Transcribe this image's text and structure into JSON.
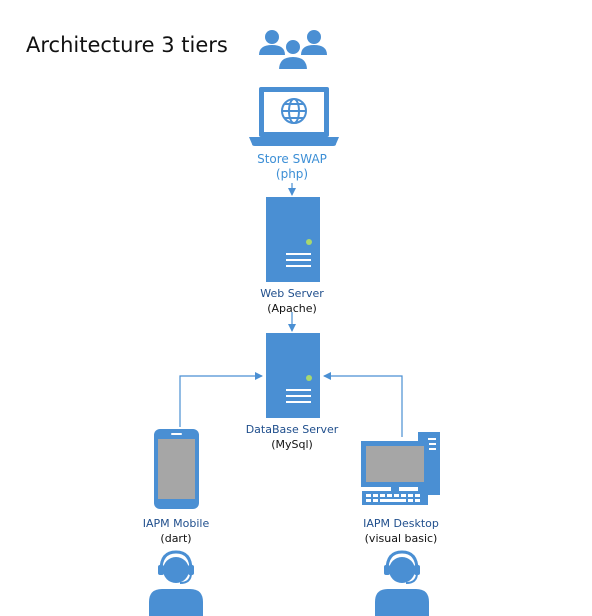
{
  "title": "Architecture 3 tiers",
  "nodes": {
    "store": {
      "name": "Store SWAP",
      "tech": "(php)"
    },
    "web": {
      "name": "Web Server",
      "tech": "(Apache)"
    },
    "db": {
      "name": "DataBase Server",
      "tech": "(MySql)"
    },
    "mobile": {
      "name": "IAPM Mobile",
      "tech": "(dart)"
    },
    "desktop": {
      "name": "IAPM Desktop",
      "tech": "(visual basic)"
    }
  },
  "colors": {
    "icon_blue": "#4a8fd3",
    "label_blue": "#3d8fd6",
    "label_navy": "#1f4e8c",
    "screen_gray": "#a6a6a6",
    "status_green": "#a8d86e"
  },
  "icons": [
    "users-group-icon",
    "laptop-globe-icon",
    "server-icon",
    "smartphone-icon",
    "desktop-computer-icon",
    "operator-headset-icon"
  ]
}
